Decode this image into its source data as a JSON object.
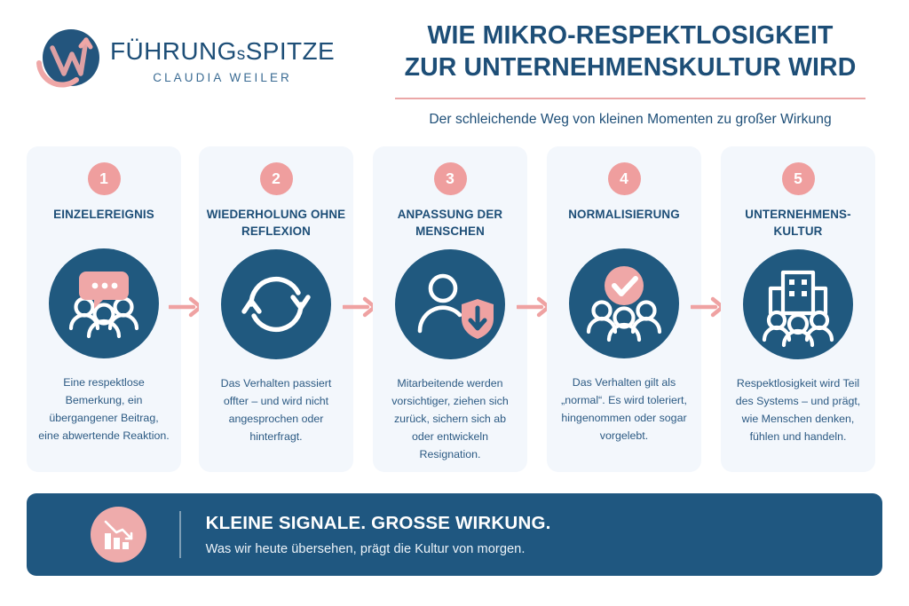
{
  "brand": {
    "name_part1": "FÜHRUNG",
    "name_small": "s",
    "name_part2": "SPITZE",
    "person": "CLAUDIA WEILER",
    "logo_icon": "w-arrow-circle-logo"
  },
  "header": {
    "title_line1": "WIE MIKRO-RESPEKTLOSIGKEIT",
    "title_line2": "ZUR UNTERNEHMENSKULTUR WIRD",
    "subtitle": "Der schleichende Weg von kleinen Momenten zu großer Wirkung"
  },
  "colors": {
    "blue": "#20597f",
    "blue_dark": "#1d4e77",
    "pink": "#ef9e9e",
    "pink_light": "#eeabab",
    "card_bg": "#f3f7fc",
    "page_bg": "#ffffff",
    "rule": "#eba7a7"
  },
  "steps": [
    {
      "number": "1",
      "title": "EINZELEREIGNIS",
      "icon": "group-with-speech-bubble-icon",
      "body": "Eine respektlose Bemerkung, ein übergangener Beitrag, eine abwertende Reaktion."
    },
    {
      "number": "2",
      "title": "WIEDERHOLUNG OHNE REFLEXION",
      "icon": "circular-refresh-arrows-icon",
      "body": "Das Verhalten passiert offter – und wird nicht angesprochen oder hinterfragt."
    },
    {
      "number": "3",
      "title": "ANPASSUNG DER MENSCHEN",
      "icon": "person-with-shield-down-arrow-icon",
      "body": "Mitarbeitende werden vorsichtiger, ziehen sich zurück, sichern sich ab oder entwickeln Resignation."
    },
    {
      "number": "4",
      "title": "NORMALISIERUNG",
      "icon": "group-with-checkmark-icon",
      "body": "Das Verhalten gilt als „normal“. Es wird toleriert, hingenommen oder sogar vorgelebt."
    },
    {
      "number": "5",
      "title": "UNTERNEHMENS-KULTUR",
      "icon": "office-building-with-people-icon",
      "body": "Respektlosigkeit wird Teil des Systems – und prägt, wie Menschen denken, fühlen und handeln."
    }
  ],
  "connectors": [
    {
      "name": "arrow-right-icon"
    },
    {
      "name": "arrow-right-icon"
    },
    {
      "name": "arrow-right-icon"
    },
    {
      "name": "arrow-right-icon"
    }
  ],
  "banner": {
    "icon": "declining-bar-chart-icon",
    "headline": "KLEINE SIGNALE. GROSSE WIRKUNG.",
    "subtext": "Was wir heute übersehen, prägt die Kultur von morgen."
  }
}
